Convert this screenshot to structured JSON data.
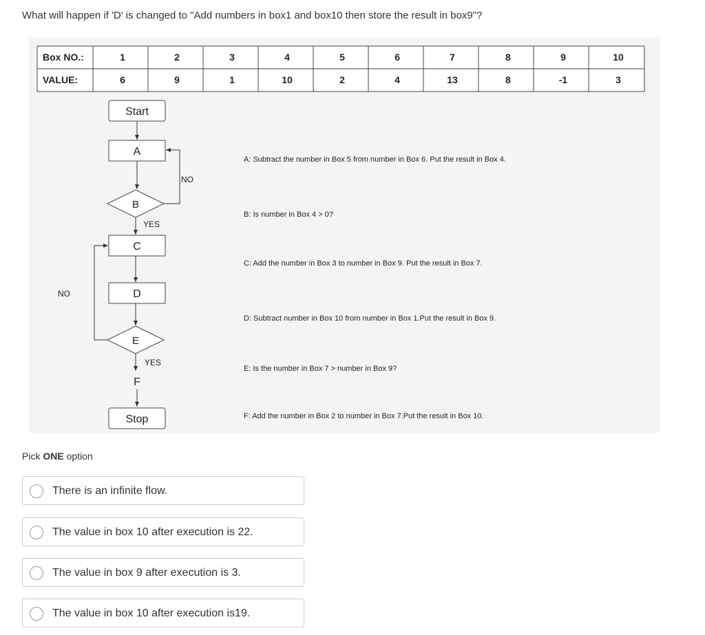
{
  "question": "What will happen if 'D' is changed to \"Add numbers in box1 and box10 then store the result in box9\"?",
  "table": {
    "row1_header": "Box NO.:",
    "row2_header": "VALUE:",
    "box_numbers": [
      "1",
      "2",
      "3",
      "4",
      "5",
      "6",
      "7",
      "8",
      "9",
      "10"
    ],
    "values": [
      "6",
      "9",
      "1",
      "10",
      "2",
      "4",
      "13",
      "8",
      "-1",
      "3"
    ]
  },
  "flowchart": {
    "start": "Start",
    "stop": "Stop",
    "node_a": "A",
    "node_b": "B",
    "node_c": "C",
    "node_d": "D",
    "node_e": "E",
    "node_f": "F",
    "b_yes": "YES",
    "b_no": "NO",
    "e_yes": "YES",
    "e_no": "NO"
  },
  "descriptions": {
    "a": "A: Subtract the number in Box 5 from number in Box 6. Put the result in Box 4.",
    "b": "B: Is number in Box 4 > 0?",
    "c": "C: Add the number in Box 3 to number in Box 9. Put the result in Box 7.",
    "d": "D: Subtract number in Box 10 from number in Box 1.Put the result in Box 9.",
    "e": "E: Is the number in Box 7 > number in Box 9?",
    "f": "F: Add the number in Box 2 to number in Box 7.Put the result in Box 10."
  },
  "pick": {
    "prefix": "Pick ",
    "bold": "ONE",
    "suffix": " option"
  },
  "options": [
    "There is an infinite flow.",
    "The value in box 10 after execution is 22.",
    "The value in box 9 after execution is 3.",
    "The value in box 10 after execution is19."
  ]
}
